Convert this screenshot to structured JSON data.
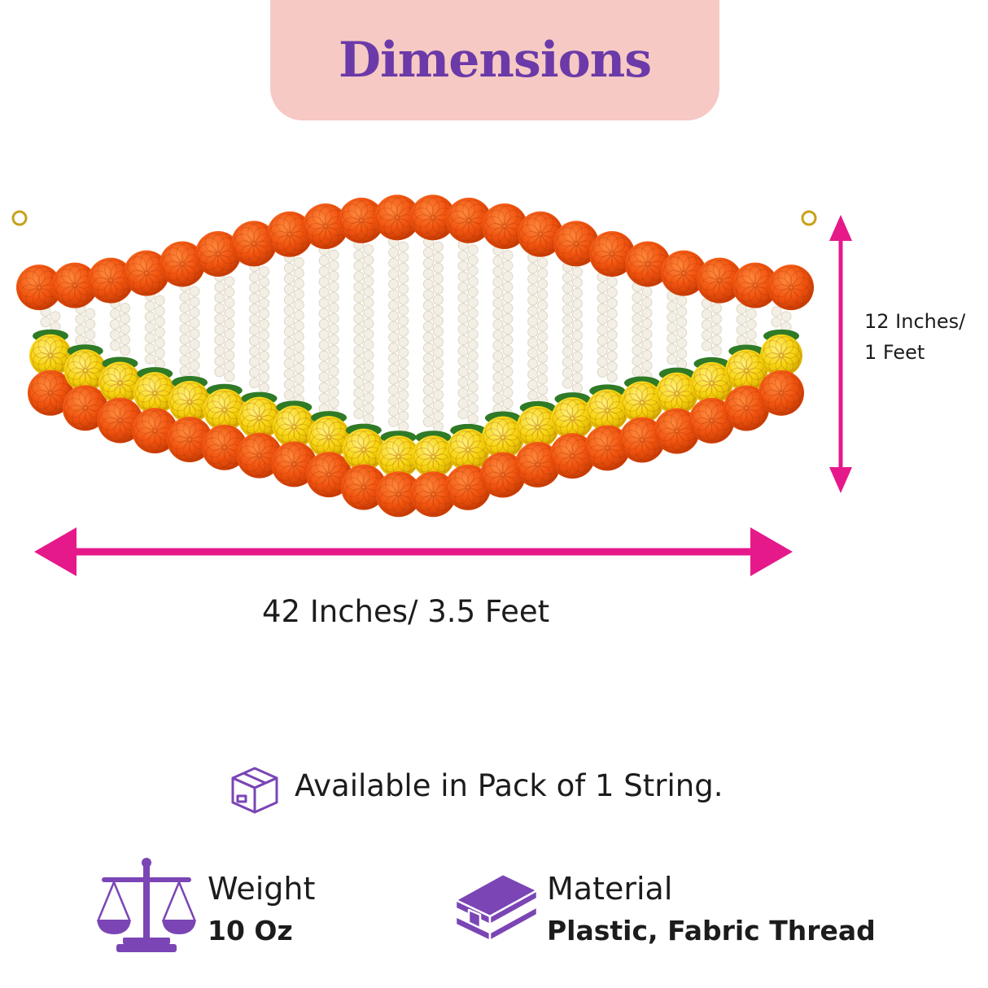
{
  "title": "Dimensions",
  "dimensions": {
    "width_label": "42 Inches/ 3.5 Feet",
    "height_label_line1": "12 Inches/",
    "height_label_line2": "1 Feet"
  },
  "pack": {
    "text": "Available in Pack of 1 String.",
    "icon": "box-icon"
  },
  "weight": {
    "label": "Weight",
    "value": "10 Oz",
    "icon": "balance-scale-icon"
  },
  "material": {
    "label": "Material",
    "value": "Plastic, Fabric Thread",
    "icon": "steel-beam-icon"
  },
  "colors": {
    "title_bg": "#f6c9c4",
    "title_text": "#6b3aa8",
    "arrow": "#e5198a",
    "icon": "#7b45b5",
    "marigold_orange": "#f2540f",
    "marigold_yellow": "#f7d60f",
    "jasmine_white": "#f3efe4",
    "leaf_green": "#2f7a26"
  },
  "product_image": "marigold-toran-garland"
}
